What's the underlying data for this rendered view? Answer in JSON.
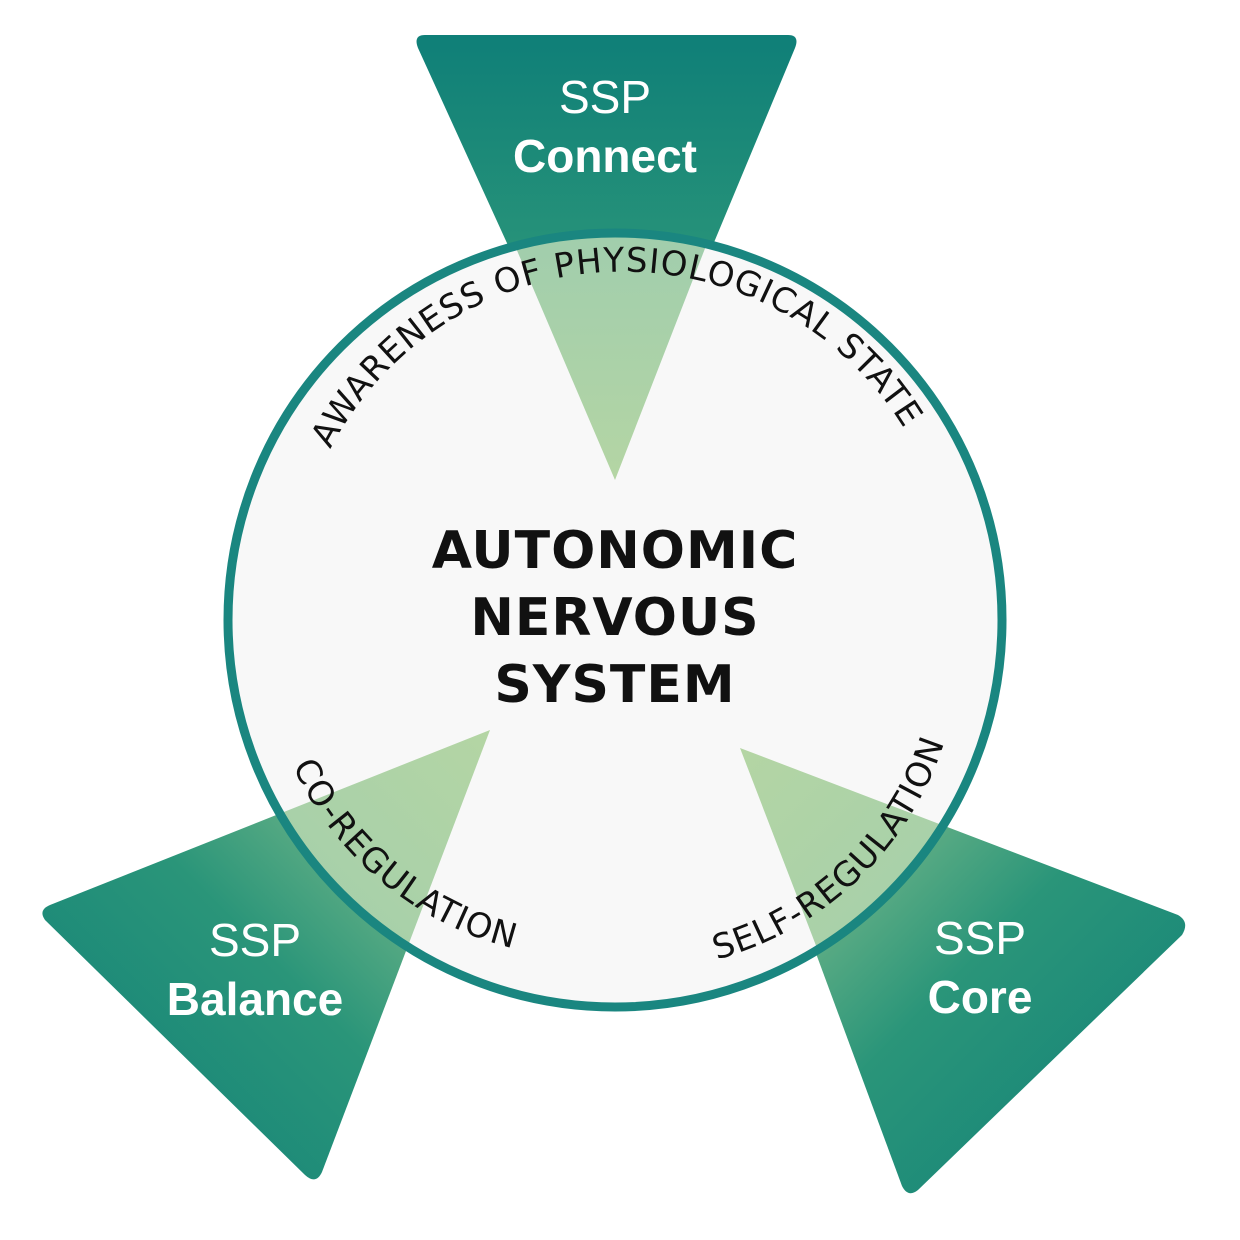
{
  "colors": {
    "teal_dark": "#0f7f78",
    "teal_mid": "#2a9579",
    "green_light": "#a8cf95",
    "ring": "#1a8680",
    "circle_fill": "#f8f8f8",
    "text_dark": "#111111"
  },
  "center": {
    "line1": "AUTONOMIC",
    "line2": "NERVOUS",
    "line3": "SYSTEM"
  },
  "arcs": {
    "top": "AWARENESS OF PHYSIOLOGICAL STATE",
    "left": "CO-REGULATION",
    "right": "SELF-REGULATION"
  },
  "products": {
    "connect": {
      "line1": "SSP",
      "line2": "Connect"
    },
    "balance": {
      "line1": "SSP",
      "line2": "Balance"
    },
    "core": {
      "line1": "SSP",
      "line2": "Core"
    }
  }
}
